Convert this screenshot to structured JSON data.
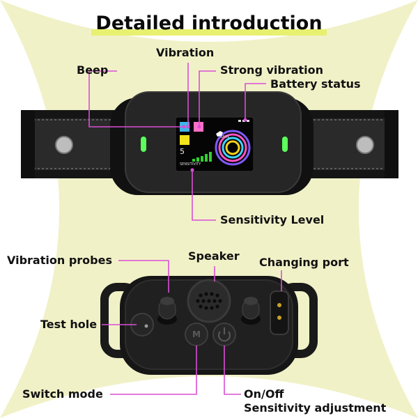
{
  "title": "Detailed introduction",
  "colors": {
    "background_shape": "#f1f1c8",
    "title_highlight": "#e8f070",
    "callout_line": "#d94fd4",
    "device_body": "#1b1b1b",
    "indicator_light": "#5cff5c"
  },
  "top_callouts": {
    "vibration": "Vibration",
    "beep": "Beep",
    "strong_vibration": "Strong vibration",
    "battery_status": "Battery status",
    "sensitivity_level": "Sensitivity Level"
  },
  "screen": {
    "bark_label": "BARK",
    "sensitivity_label": "SENSITIVITY",
    "level_digit": "5",
    "icons": [
      "vibration-icon",
      "strong-vibration-icon",
      "beep-icon"
    ]
  },
  "bottom_callouts": {
    "vibration_probes": "Vibration probes",
    "speaker": "Speaker",
    "charging_port": "Changing port",
    "test_hole": "Test hole",
    "switch_mode": "Switch mode",
    "on_off": "On/Off",
    "sensitivity_adjustment": "Sensitivity adjustment"
  },
  "buttons": {
    "mode_button_symbol": "M"
  }
}
